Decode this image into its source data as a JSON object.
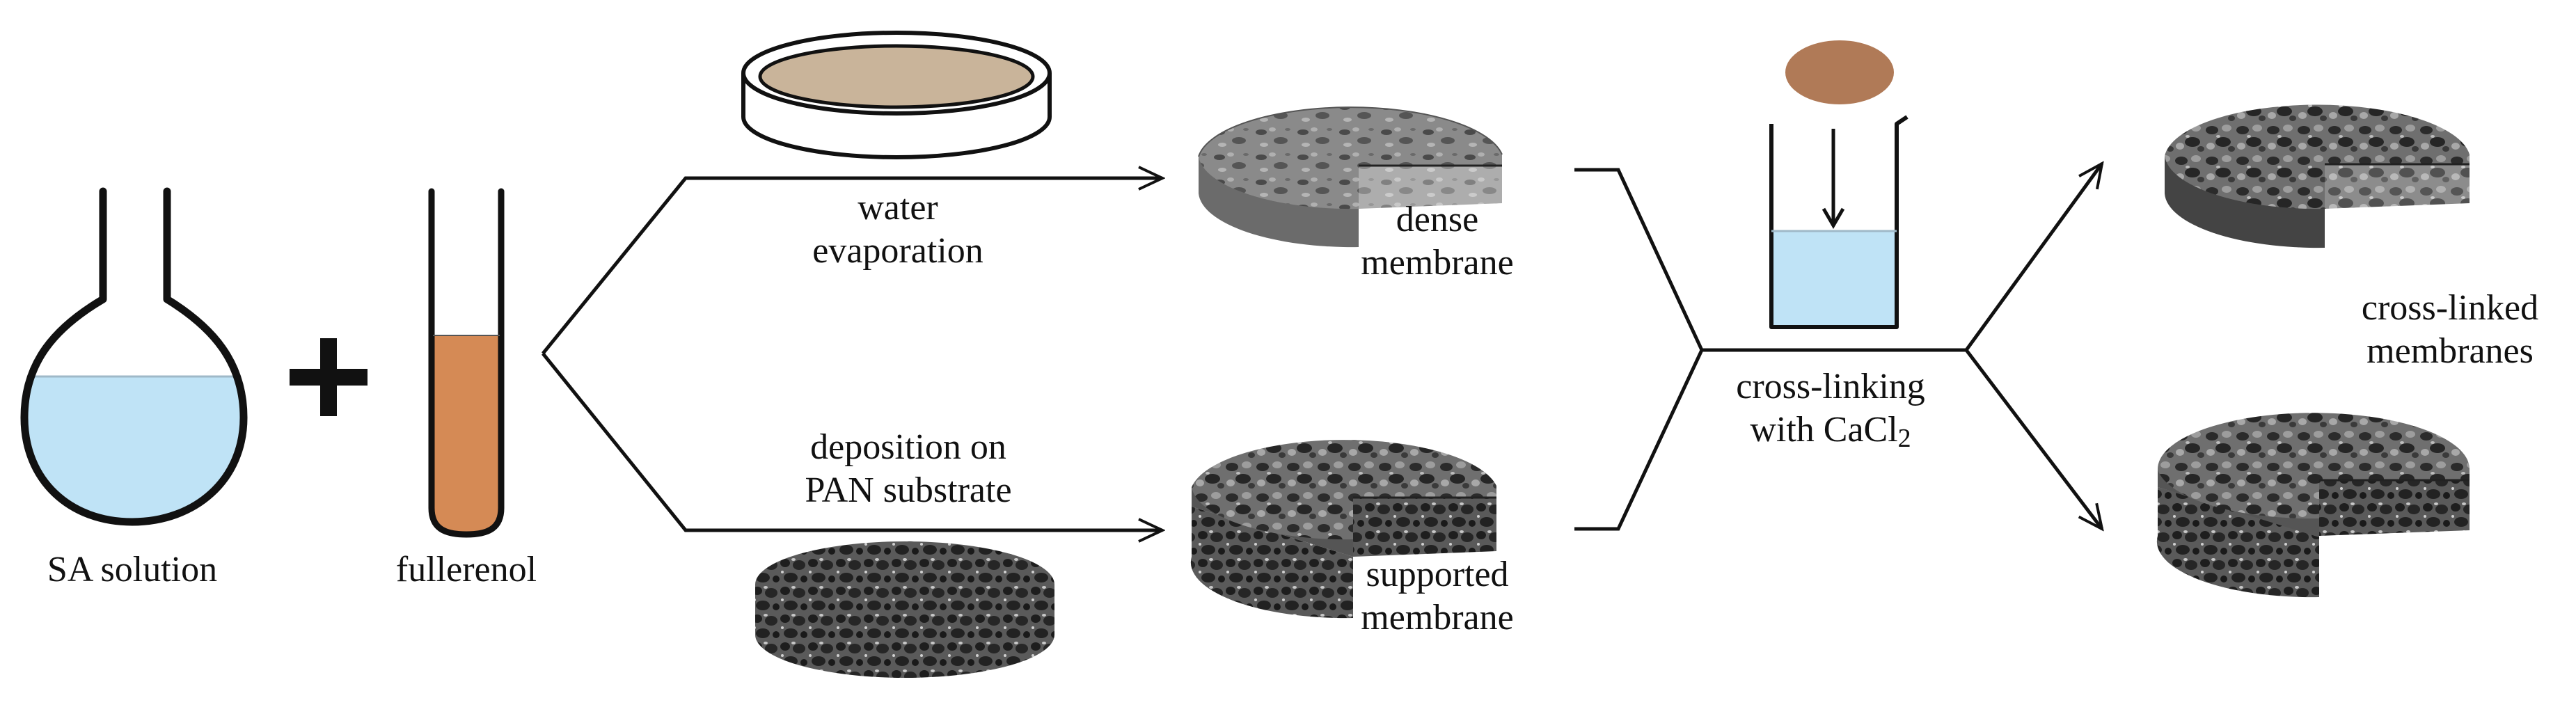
{
  "labels": {
    "sa_solution": "SA solution",
    "fullerenol": "fullerenol",
    "water_evaporation_1": "water",
    "water_evaporation_2": "evaporation",
    "deposition_1": "deposition on",
    "deposition_2": "PAN substrate",
    "dense_1": "dense",
    "dense_2": "membrane",
    "supported_1": "supported",
    "supported_2": "membrane",
    "crosslinking_1": "cross-linking",
    "crosslinking_2_prefix": "with CaCl",
    "crosslinking_2_subscript": "2",
    "crosslinked_1": "cross-linked",
    "crosslinked_2": "membranes"
  },
  "colors": {
    "solution_blue": "#bfe3f6",
    "fullerenol_orange": "#d58a55",
    "dish_liquid": "#c9b49a",
    "drop_brown": "#b07a57",
    "line": "#111111",
    "membrane_dark": "#3a3a3a",
    "membrane_light": "#9a9a9a"
  }
}
